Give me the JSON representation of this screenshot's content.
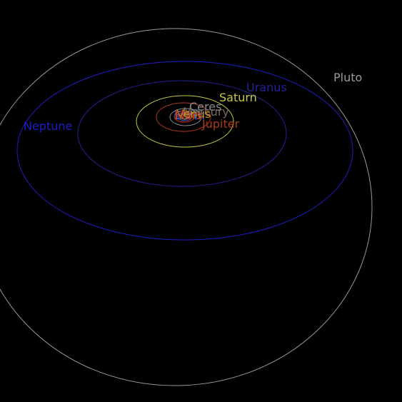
{
  "background_color": "#000000",
  "bodies": [
    {
      "key": "pluto",
      "label": "Pluto",
      "color": "#9a9a9a"
    },
    {
      "key": "neptune",
      "label": "Neptune",
      "color": "#1d1dc8"
    },
    {
      "key": "uranus",
      "label": "Uranus",
      "color": "#22229a"
    },
    {
      "key": "saturn",
      "label": "Saturn",
      "color": "#c8c84a"
    },
    {
      "key": "jupiter",
      "label": "Jupiter",
      "color": "#a83a1a"
    },
    {
      "key": "ceres",
      "label": "Ceres",
      "color": "#8a8a8a"
    },
    {
      "key": "mercury",
      "label": "Mercury",
      "color": "#7a6a6a"
    },
    {
      "key": "mars",
      "label": "Mars",
      "color": "#d8320a"
    },
    {
      "key": "venus",
      "label": "Venus",
      "color": "#c89a1a"
    },
    {
      "key": "earth",
      "label": "Earth",
      "color": "#3a6ad8"
    }
  ]
}
